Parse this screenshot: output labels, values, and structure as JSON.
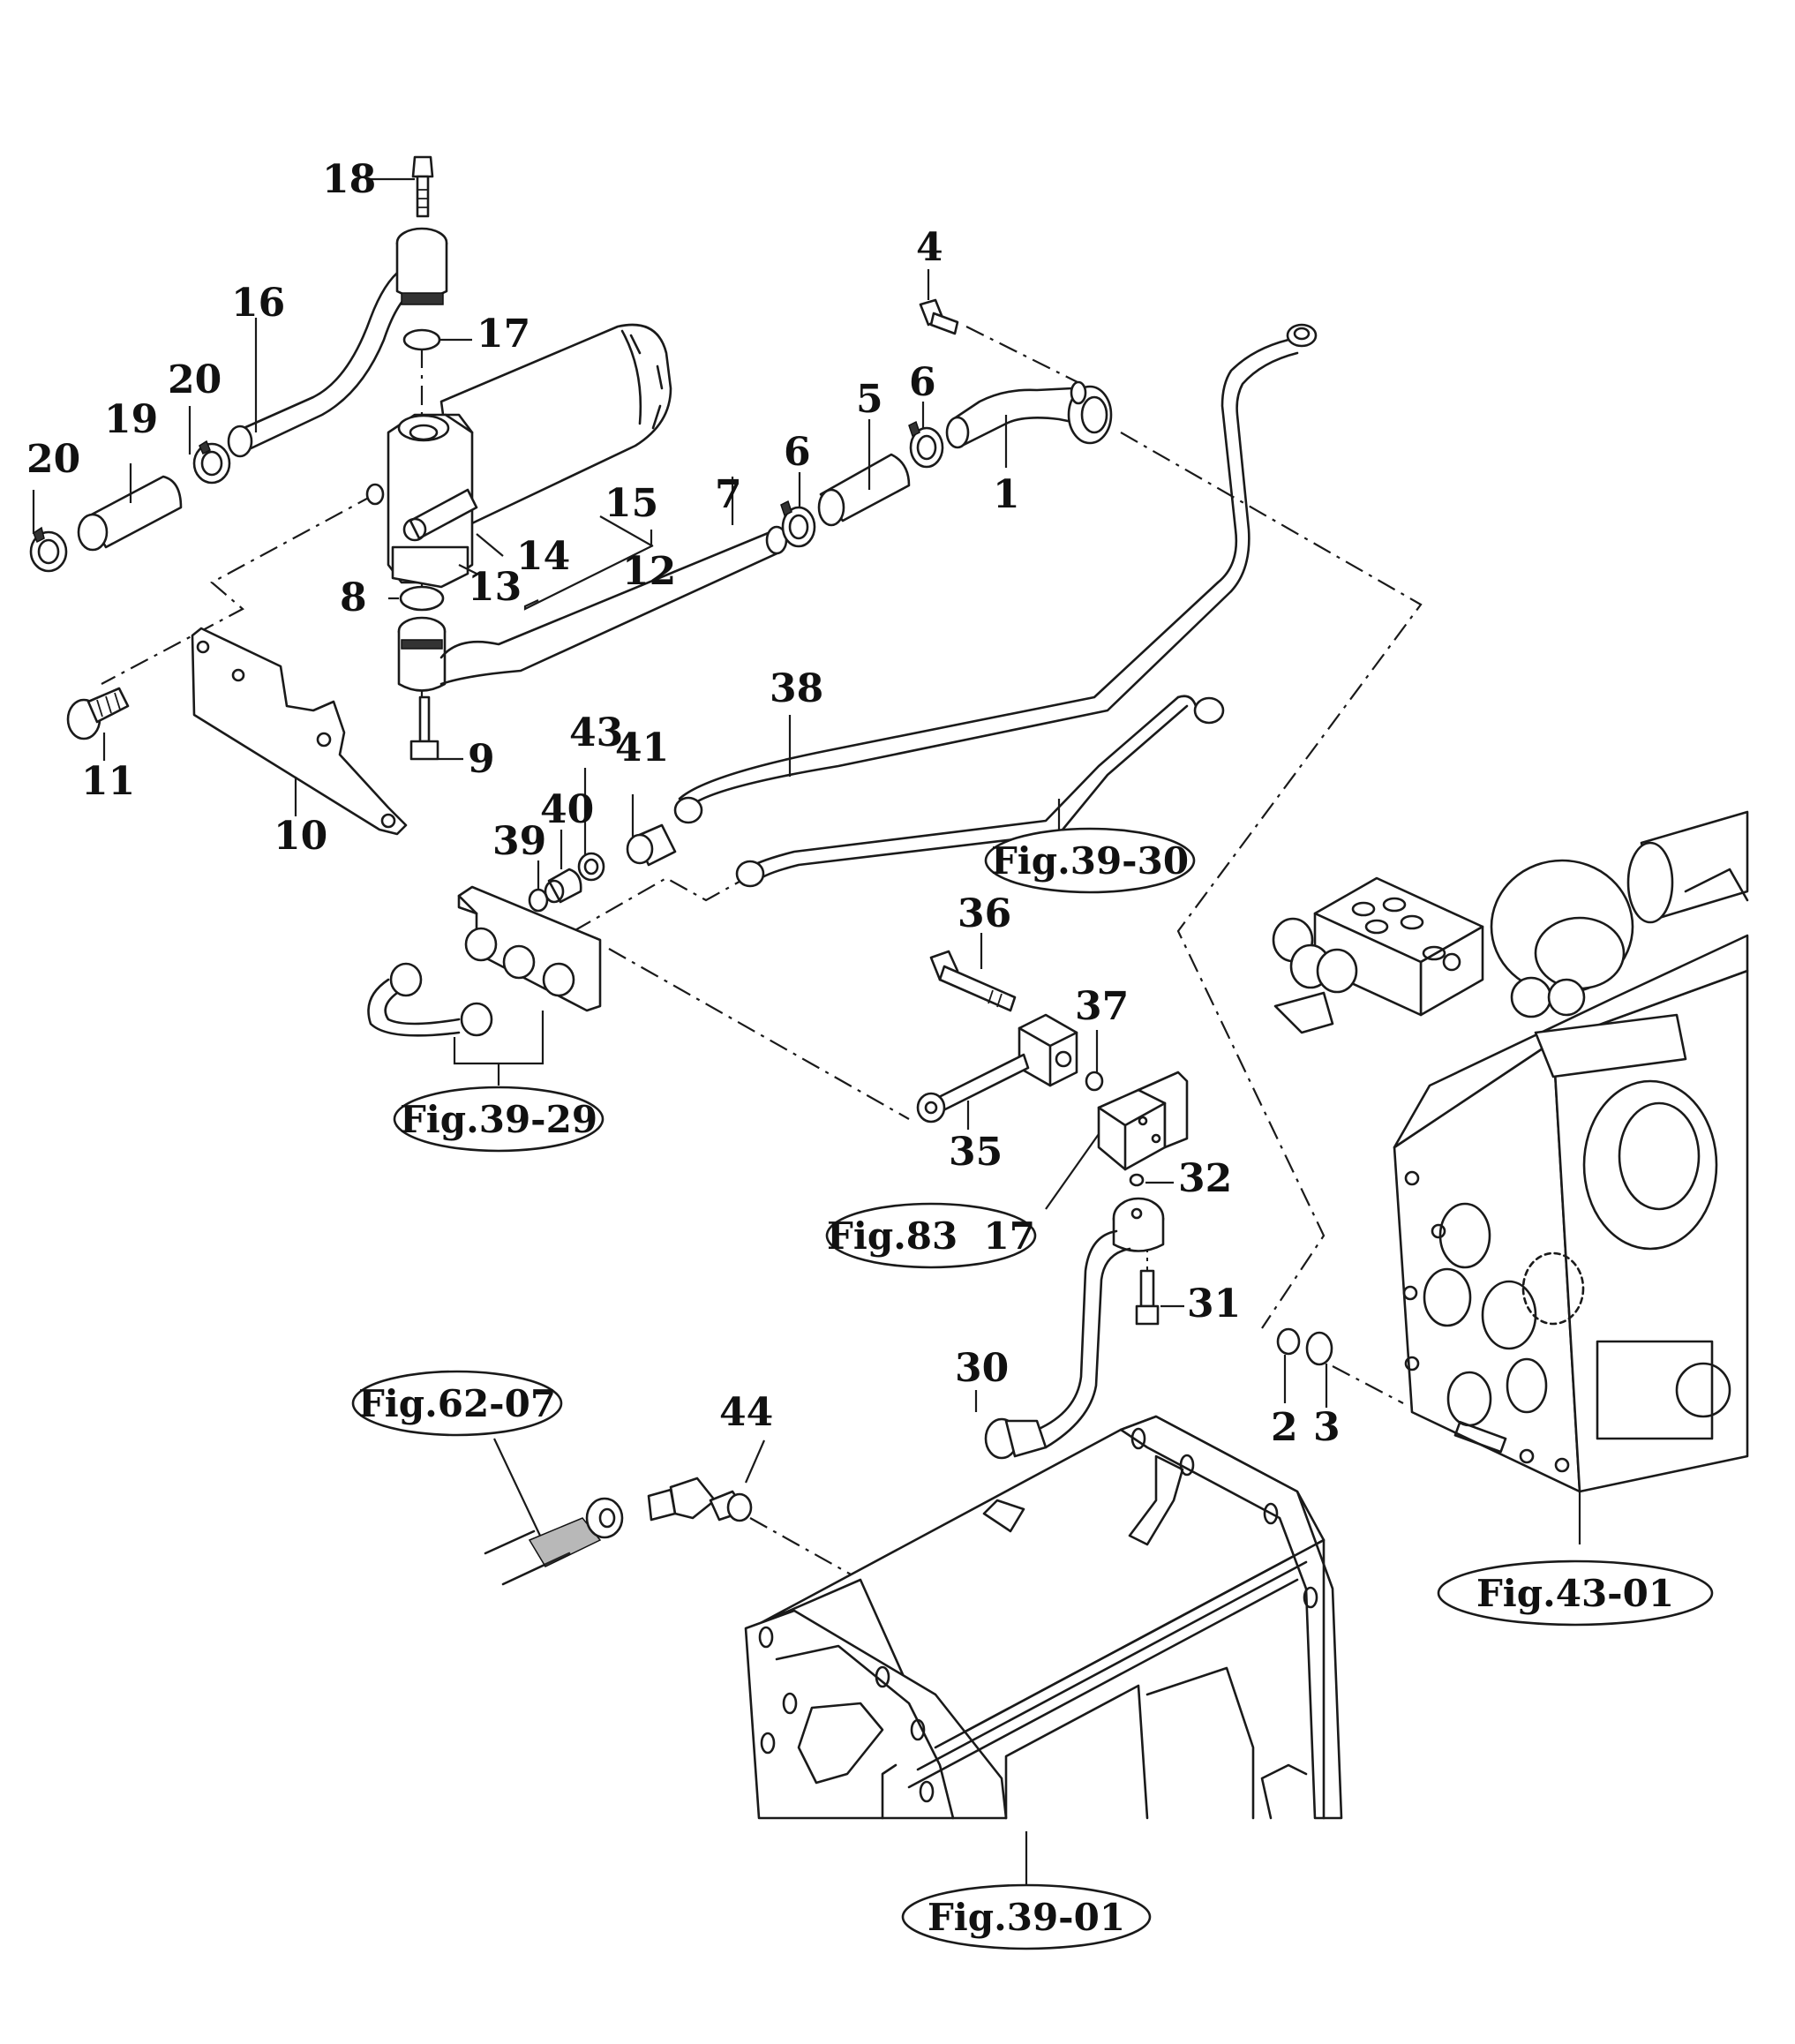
{
  "diagram": {
    "type": "exploded parts diagram",
    "background_color": "#ffffff",
    "line_color": "#1a1a1a"
  },
  "callouts": {
    "p1": "1",
    "p2": "2",
    "p3": "3",
    "p4": "4",
    "p5": "5",
    "p6a": "6",
    "p6b": "6",
    "p7": "7",
    "p8": "8",
    "p9": "9",
    "p10": "10",
    "p11": "11",
    "p12": "12",
    "p13": "13",
    "p14": "14",
    "p15": "15",
    "p16": "16",
    "p17": "17",
    "p18": "18",
    "p19": "19",
    "p20a": "20",
    "p20b": "20",
    "p30": "30",
    "p31": "31",
    "p32": "32",
    "p35": "35",
    "p36": "36",
    "p37": "37",
    "p38": "38",
    "p39": "39",
    "p40": "40",
    "p41": "41",
    "p43": "43",
    "p44": "44"
  },
  "figure_refs": {
    "fig_39_30": "Fig.39-30",
    "fig_39_29": "Fig.39-29",
    "fig_83_17": "Fig.83  17",
    "fig_62_07": "Fig.62-07",
    "fig_43_01": "Fig.43-01",
    "fig_39_01": "Fig.39-01"
  }
}
